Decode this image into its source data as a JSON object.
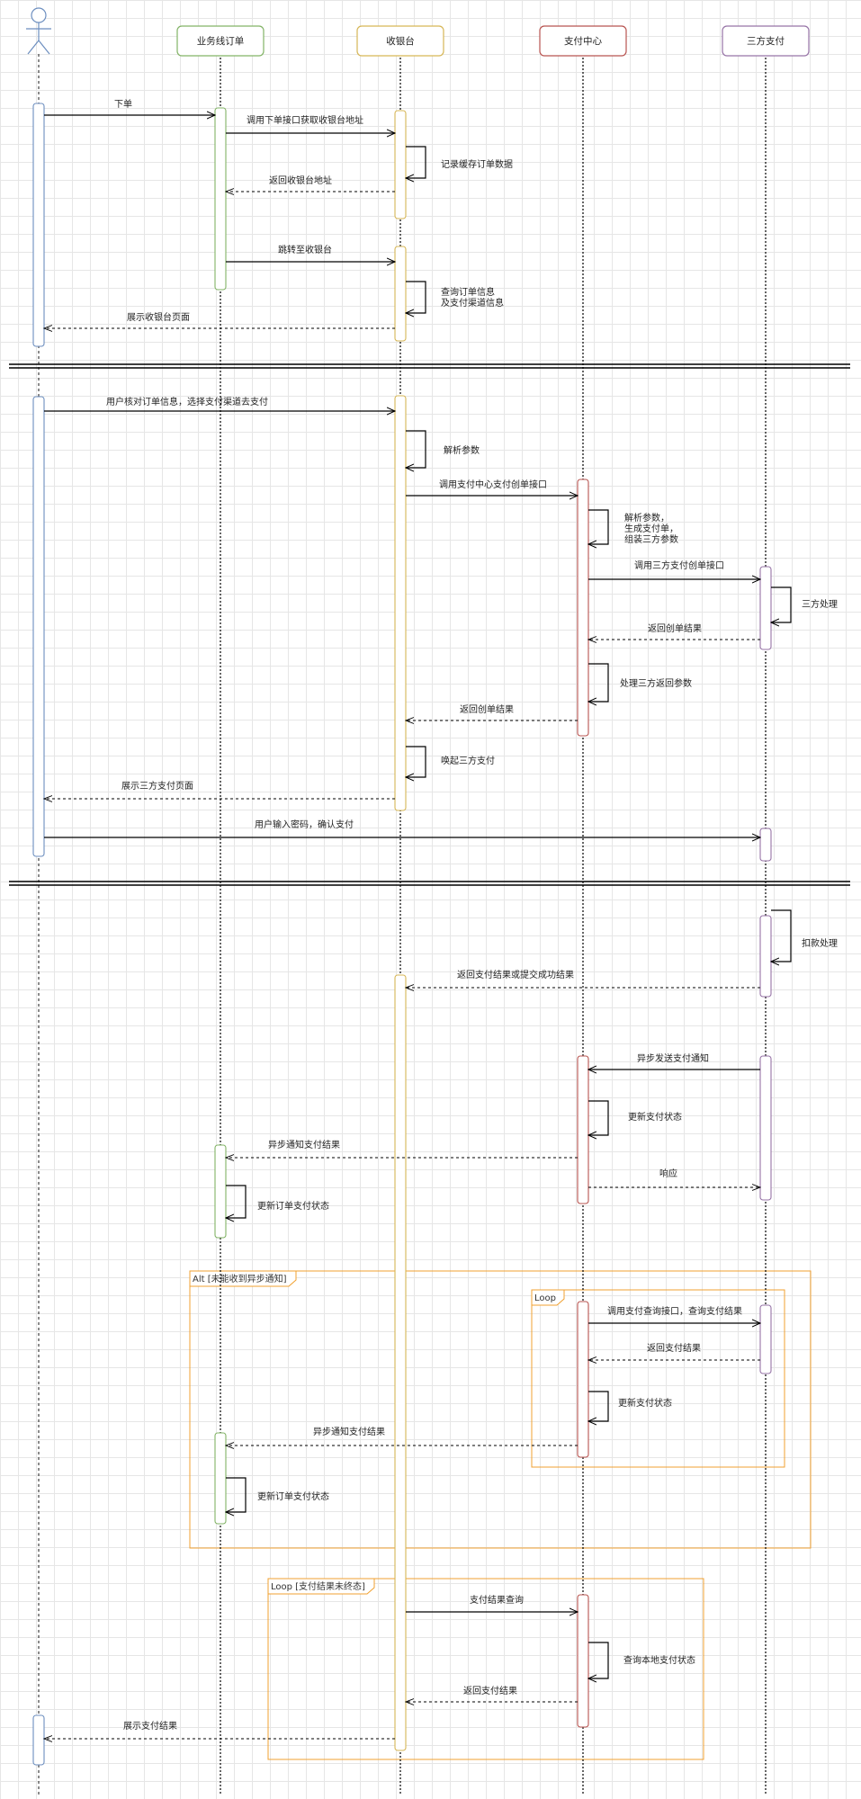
{
  "actor_name": "",
  "participants": [
    {
      "label": "业务线订单",
      "color": "#82b366",
      "fill": "#ffffff"
    },
    {
      "label": "收银台",
      "color": "#d6b656",
      "fill": "#ffffff"
    },
    {
      "label": "支付中心",
      "color": "#b85450",
      "fill": "#ffffff"
    },
    {
      "label": "三方支付",
      "color": "#9673a6",
      "fill": "#ffffff"
    }
  ],
  "colors": {
    "user": "#6c8ebf",
    "order": "#82b366",
    "cashier": "#d6b656",
    "paycenter": "#b85450",
    "thirdparty": "#9673a6",
    "fragment": "#f0a030"
  },
  "messages": [
    {
      "label": "下单"
    },
    {
      "label": "调用下单接口获取收银台地址"
    },
    {
      "label": "记录缓存订单数据"
    },
    {
      "label": "返回收银台地址"
    },
    {
      "label": "跳转至收银台"
    },
    {
      "label": "查询订单信息\n及支付渠道信息"
    },
    {
      "label": "展示收银台页面"
    },
    {
      "label": "用户核对订单信息，选择支付渠道去支付"
    },
    {
      "label": "解析参数"
    },
    {
      "label": "调用支付中心支付创单接口"
    },
    {
      "label": "解析参数，\n生成支付单，\n组装三方参数"
    },
    {
      "label": "调用三方支付创单接口"
    },
    {
      "label": "三方处理"
    },
    {
      "label": "返回创单结果"
    },
    {
      "label": "处理三方返回参数"
    },
    {
      "label": "返回创单结果"
    },
    {
      "label": "唤起三方支付"
    },
    {
      "label": "展示三方支付页面"
    },
    {
      "label": "用户输入密码，确认支付"
    },
    {
      "label": "扣款处理"
    },
    {
      "label": "返回支付结果或提交成功结果"
    },
    {
      "label": "异步发送支付通知"
    },
    {
      "label": "更新支付状态"
    },
    {
      "label": "异步通知支付结果"
    },
    {
      "label": "响应"
    },
    {
      "label": "更新订单支付状态"
    },
    {
      "label": "调用支付查询接口，查询支付结果"
    },
    {
      "label": "返回支付结果"
    },
    {
      "label": "更新支付状态"
    },
    {
      "label": "异步通知支付结果"
    },
    {
      "label": "更新订单支付状态"
    },
    {
      "label": "支付结果查询"
    },
    {
      "label": "查询本地支付状态"
    },
    {
      "label": "返回支付结果"
    },
    {
      "label": "展示支付结果"
    }
  ],
  "fragments": [
    {
      "label": "Alt [未能收到异步通知]"
    },
    {
      "label": "Loop"
    },
    {
      "label": "Loop [支付结果未终态]"
    }
  ]
}
